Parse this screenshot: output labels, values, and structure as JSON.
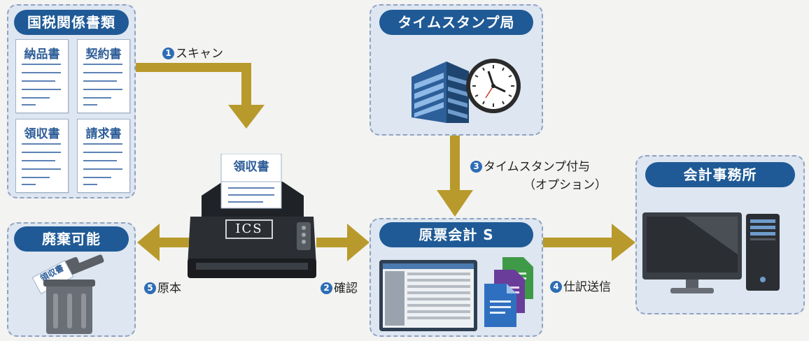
{
  "panels": {
    "tax_docs": {
      "title": "国税関係書類",
      "docs": [
        "納品書",
        "契約書",
        "領収書",
        "請求書"
      ]
    },
    "timestamp": {
      "title": "タイムスタンプ局"
    },
    "disposal": {
      "title": "廃棄可能",
      "receipt_text": "領収書"
    },
    "genpyo": {
      "title": "原票会計 S"
    },
    "office": {
      "title": "会計事務所"
    }
  },
  "scanner": {
    "paper_title": "領収書",
    "brand": "ICS"
  },
  "steps": [
    {
      "num": "1",
      "label": "スキャン"
    },
    {
      "num": "2",
      "label": "確認"
    },
    {
      "num": "3",
      "label": "タイムスタンプ付与",
      "sub": "（オプション）"
    },
    {
      "num": "4",
      "label": "仕訳送信"
    },
    {
      "num": "5",
      "label": "原本"
    }
  ],
  "colors": {
    "arrow": "#b89a2c",
    "pill": "#1f5a96",
    "panel_bg": "#dde6f1",
    "step_circle": "#2e6db5"
  }
}
